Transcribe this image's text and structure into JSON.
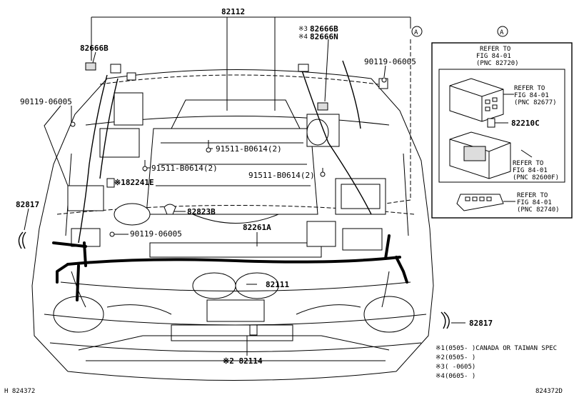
{
  "labels": {
    "p82112": "82112",
    "p82666B_left": "82666B",
    "p82666B_right": "82666B",
    "p82666N": "82666N",
    "mark3": "※3",
    "mark4": "※4",
    "circleA": "A",
    "p90119_06005_tr": "90119-06005",
    "p90119_06005_tl": "90119-06005",
    "p90119_06005_m": "90119-06005",
    "p91511_a": "91511-B0614(2)",
    "p91511_b": "91511-B0614(2)",
    "p91511_c": "91511-B0614(2)",
    "p82241E": "※182241E",
    "p82817_l": "82817",
    "p82817_r": "82817",
    "p82823B": "82823B",
    "p82261A": "82261A",
    "p82111": "82111",
    "p82114": "※2 82114",
    "footer_left": "H 824372",
    "footer_right": "824372D"
  },
  "inset": {
    "circleA": "A",
    "refer1": [
      "REFER TO",
      "FIG 84-01",
      "(PNC 82720)"
    ],
    "refer2": [
      "REFER TO",
      "FIG 84-01",
      "(PNC 82677)"
    ],
    "p82210C": "82210C",
    "refer3": [
      "REFER TO",
      "FIG 84-01",
      "(PNC 82600F)"
    ],
    "refer4": [
      "REFER TO",
      "FIG 84-01",
      "(PNC 82740)"
    ]
  },
  "notes": [
    "※1(0505-     )CANADA OR TAIWAN SPEC",
    "※2(0505-     )",
    "※3(     -0605)",
    "※4(0605-     )"
  ]
}
